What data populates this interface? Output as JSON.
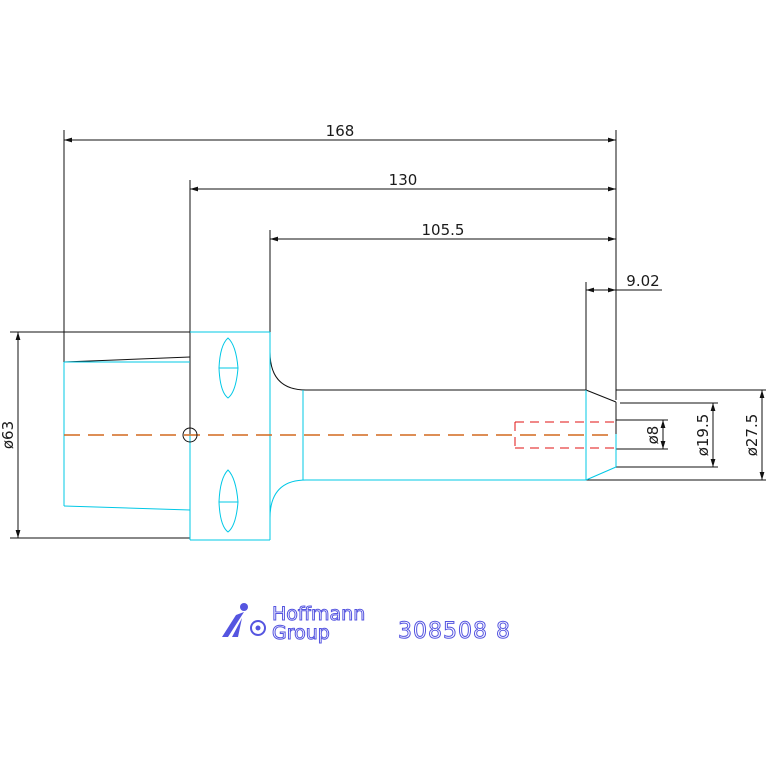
{
  "dimensions": {
    "overall_length": "168",
    "length_130": "130",
    "length_105": "105.5",
    "length_9": "9.02",
    "dia_shank": "ø63",
    "dia_8": "ø8",
    "dia_19": "ø19.5",
    "dia_27": "ø27.5"
  },
  "logo": {
    "line1": "Hoffmann",
    "line2": "Group",
    "color": "#5555e0"
  },
  "part_number": "308508 8",
  "colors": {
    "outline": "#111111",
    "hidden": "#00c8e6",
    "dashed": "#e01010",
    "centerline": "#d2691e"
  }
}
